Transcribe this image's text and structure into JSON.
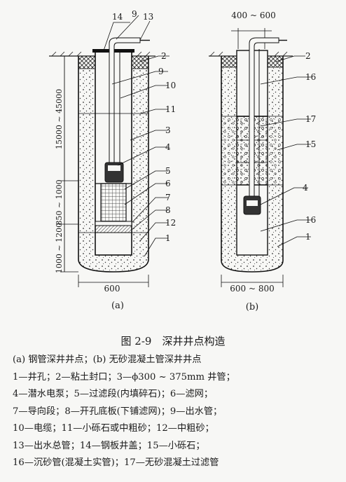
{
  "figure": {
    "dim_a_width": "600",
    "dim_b_width": "600 ~ 800",
    "dim_b_top": "400 ~ 600",
    "dim_a_vertical": [
      "15000 ~ 45000",
      "850 ~ 1000",
      "1000 ~ 1200"
    ],
    "labels_a": [
      "14",
      "9",
      "13",
      "2",
      "9",
      "10",
      "11",
      "3",
      "4",
      "5",
      "6",
      "7",
      "8",
      "12",
      "1"
    ],
    "labels_b": [
      "2",
      "16",
      "17",
      "15",
      "4",
      "16",
      "1"
    ],
    "sublabel_a": "(a)",
    "sublabel_b": "(b)"
  },
  "caption": {
    "title": "图 2-9　深井井点构造",
    "lines": [
      "(a) 钢管深井井点；(b) 无砂混凝土管深井井点",
      "1—井孔；2—粘土封口；3—ϕ300 ~ 375mm 井管；",
      "4—潜水电泵；5—过滤段(内填碎石)；6—滤网；",
      "7—导向段；8—开孔底板(下铺滤网)；9—出水管；",
      "10—电缆；11—小砾石或中粗砂；12—中粗砂；",
      "13—出水总管；14—钢板井盖；15—小砾石；",
      "16—沉砂管(混凝土实管)；17—无砂混凝土过滤管"
    ]
  }
}
